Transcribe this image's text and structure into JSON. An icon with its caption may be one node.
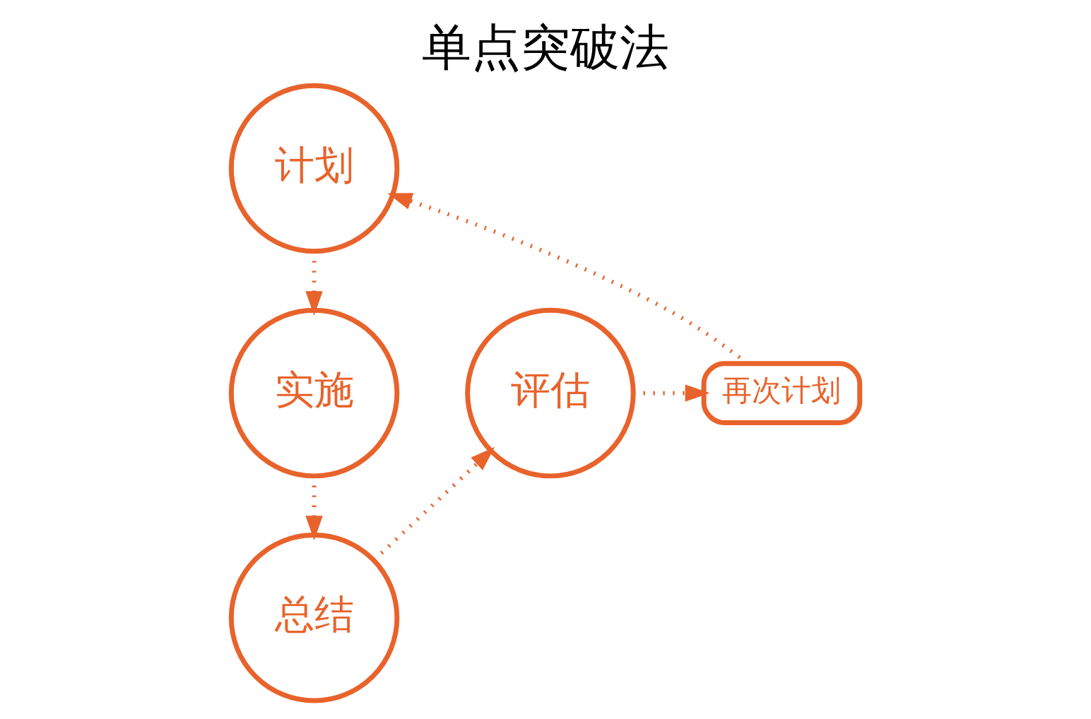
{
  "diagram": {
    "title": "单点突破法",
    "nodes": [
      {
        "text": [
          "计划"
        ]
      },
      {
        "text": [
          "实施"
        ]
      },
      {
        "text": [
          "总结"
        ]
      },
      {
        "text": [
          "评估"
        ]
      },
      {
        "text": [
          "再次计划"
        ]
      }
    ],
    "edges": [
      {
        "from": 0,
        "to": 1,
        "arrow": "to"
      },
      {
        "from": 1,
        "to": 2,
        "arrow": "to"
      },
      {
        "from": 2,
        "to": 3,
        "arrow": "to"
      },
      {
        "from": 3,
        "to": 4,
        "arrow": "to"
      },
      {
        "from": 4,
        "to": 0,
        "arrow": "to"
      }
    ]
  }
}
